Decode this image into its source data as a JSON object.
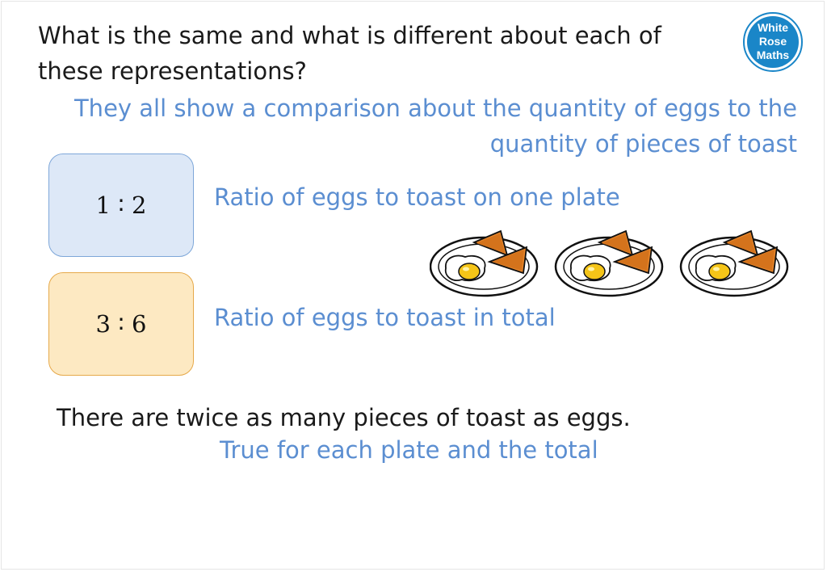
{
  "question": "What is the same and what is different about each of these representations?",
  "answer_same": "They all show a comparison about the quantity of eggs to the quantity of pieces of toast",
  "ratios": [
    {
      "value": "1 ∶ 2",
      "label": "Ratio of eggs to toast on one plate",
      "color": "#dde8f7"
    },
    {
      "value": "3 ∶ 6",
      "label": "Ratio of eggs to toast in total",
      "color": "#fde9c2"
    }
  ],
  "statement": "There are twice as many pieces of toast as eggs.",
  "statement_answer": "True for each plate and the total",
  "logo": {
    "line1": "White",
    "line2": "Rose",
    "line3": "Maths",
    "color": "#1a86c8"
  },
  "plates": {
    "count": 3,
    "eggs_per_plate": 1,
    "toast_per_plate": 2
  },
  "colors": {
    "answer": "#5b8ed1",
    "text": "#1a1a1a"
  }
}
